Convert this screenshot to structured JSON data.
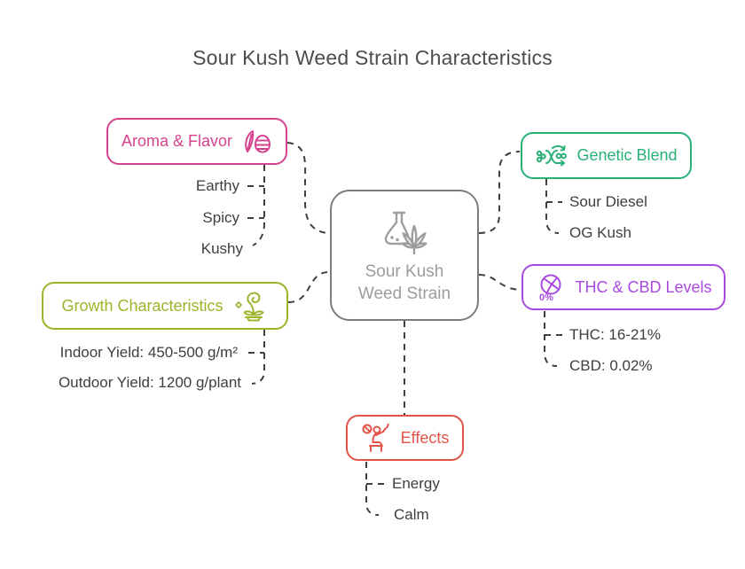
{
  "title": "Sour Kush Weed Strain Characteristics",
  "center_node": {
    "line1": "Sour Kush",
    "line2": "Weed Strain",
    "icon": "flask-cannabis-icon"
  },
  "branches": [
    {
      "key": "aroma",
      "label": "Aroma & Flavor",
      "color": "#d6438f",
      "icon": "feather-hop-icon",
      "items": [
        "Earthy",
        "Spicy",
        "Kushy"
      ]
    },
    {
      "key": "genetic",
      "label": "Genetic Blend",
      "color": "#2ab178",
      "icon": "genetic-blend-icon",
      "items": [
        "Sour Diesel",
        "OG Kush"
      ]
    },
    {
      "key": "growth",
      "label": "Growth Characteristics",
      "color": "#9fb32a",
      "icon": "sprout-icon",
      "items": [
        "Indoor Yield: 450-500 g/m²",
        "Outdoor Yield: 1200 g/plant"
      ]
    },
    {
      "key": "thc",
      "label": "THC & CBD Levels",
      "color": "#a94be0",
      "icon": "seed-percent-icon",
      "badge": "0%",
      "items": [
        "THC: 16-21%",
        "CBD: 0.02%"
      ]
    },
    {
      "key": "effects",
      "label": "Effects",
      "color": "#e2544a",
      "icon": "relaxed-person-icon",
      "items": [
        "Energy",
        "Calm"
      ]
    }
  ],
  "connector_color": "#3f3f3f",
  "center_border_color": "#7d7d7d",
  "center_text_color": "#9c9c9c",
  "title_color": "#4d4d4d"
}
